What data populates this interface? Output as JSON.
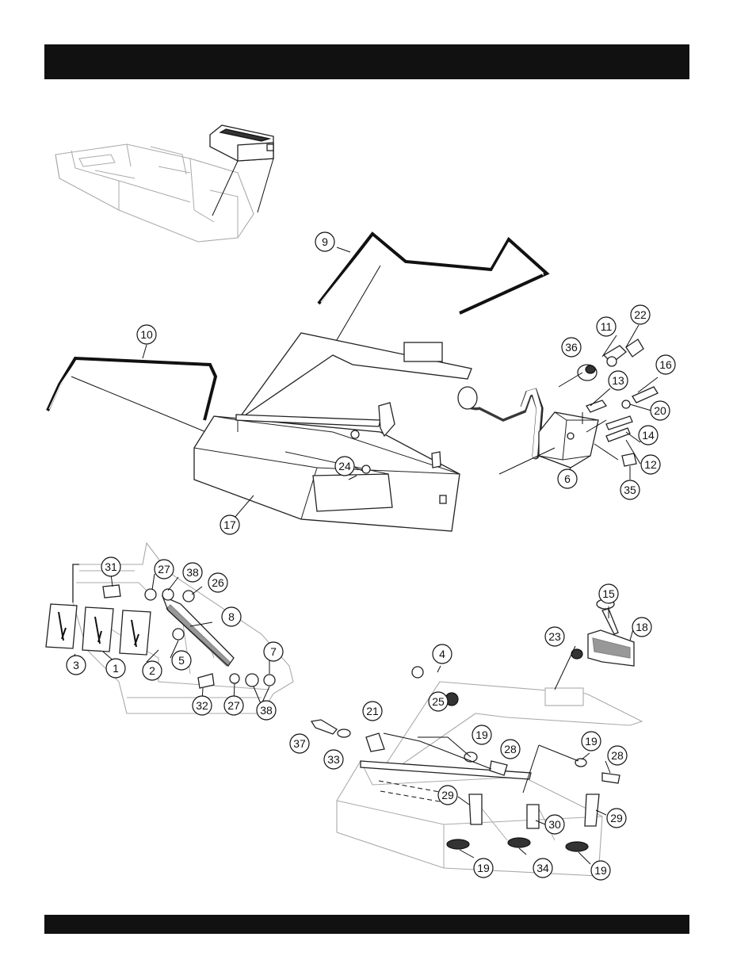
{
  "header": {
    "bar_color": "#111111"
  },
  "footer": {
    "bar_color": "#111111"
  },
  "callouts": [
    {
      "label": "9"
    },
    {
      "label": "10"
    },
    {
      "label": "11"
    },
    {
      "label": "22"
    },
    {
      "label": "36"
    },
    {
      "label": "16"
    },
    {
      "label": "13"
    },
    {
      "label": "20"
    },
    {
      "label": "14"
    },
    {
      "label": "12"
    },
    {
      "label": "6"
    },
    {
      "label": "35"
    },
    {
      "label": "24"
    },
    {
      "label": "17"
    },
    {
      "label": "31"
    },
    {
      "label": "27"
    },
    {
      "label": "38"
    },
    {
      "label": "26"
    },
    {
      "label": "8"
    },
    {
      "label": "3"
    },
    {
      "label": "1"
    },
    {
      "label": "2"
    },
    {
      "label": "5"
    },
    {
      "label": "7"
    },
    {
      "label": "32"
    },
    {
      "label": "27"
    },
    {
      "label": "38"
    },
    {
      "label": "15"
    },
    {
      "label": "18"
    },
    {
      "label": "23"
    },
    {
      "label": "4"
    },
    {
      "label": "25"
    },
    {
      "label": "21"
    },
    {
      "label": "37"
    },
    {
      "label": "33"
    },
    {
      "label": "19"
    },
    {
      "label": "28"
    },
    {
      "label": "19"
    },
    {
      "label": "28"
    },
    {
      "label": "29"
    },
    {
      "label": "30"
    },
    {
      "label": "29"
    },
    {
      "label": "19"
    },
    {
      "label": "34"
    },
    {
      "label": "19"
    }
  ]
}
